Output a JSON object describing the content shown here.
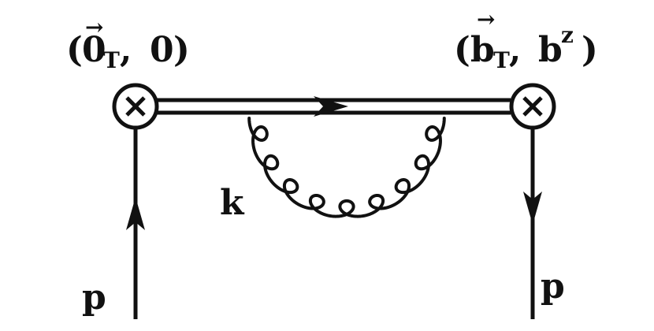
{
  "diagram": {
    "vertex_left": {
      "paren_open": "(",
      "vector_letter": "0",
      "vector_arrow": "→",
      "subscript": "T",
      "separator": ", ",
      "second": "0",
      "paren_close": ")"
    },
    "vertex_right": {
      "paren_open": "(",
      "vector_letter": "b",
      "vector_arrow": "→",
      "subscript": "T",
      "separator": ", ",
      "second": "b",
      "superscript": "z",
      "paren_close": ")"
    },
    "gluon_label": "k",
    "left_quark_label": "p",
    "right_quark_label": "p",
    "vertex_symbol": "⊗"
  }
}
